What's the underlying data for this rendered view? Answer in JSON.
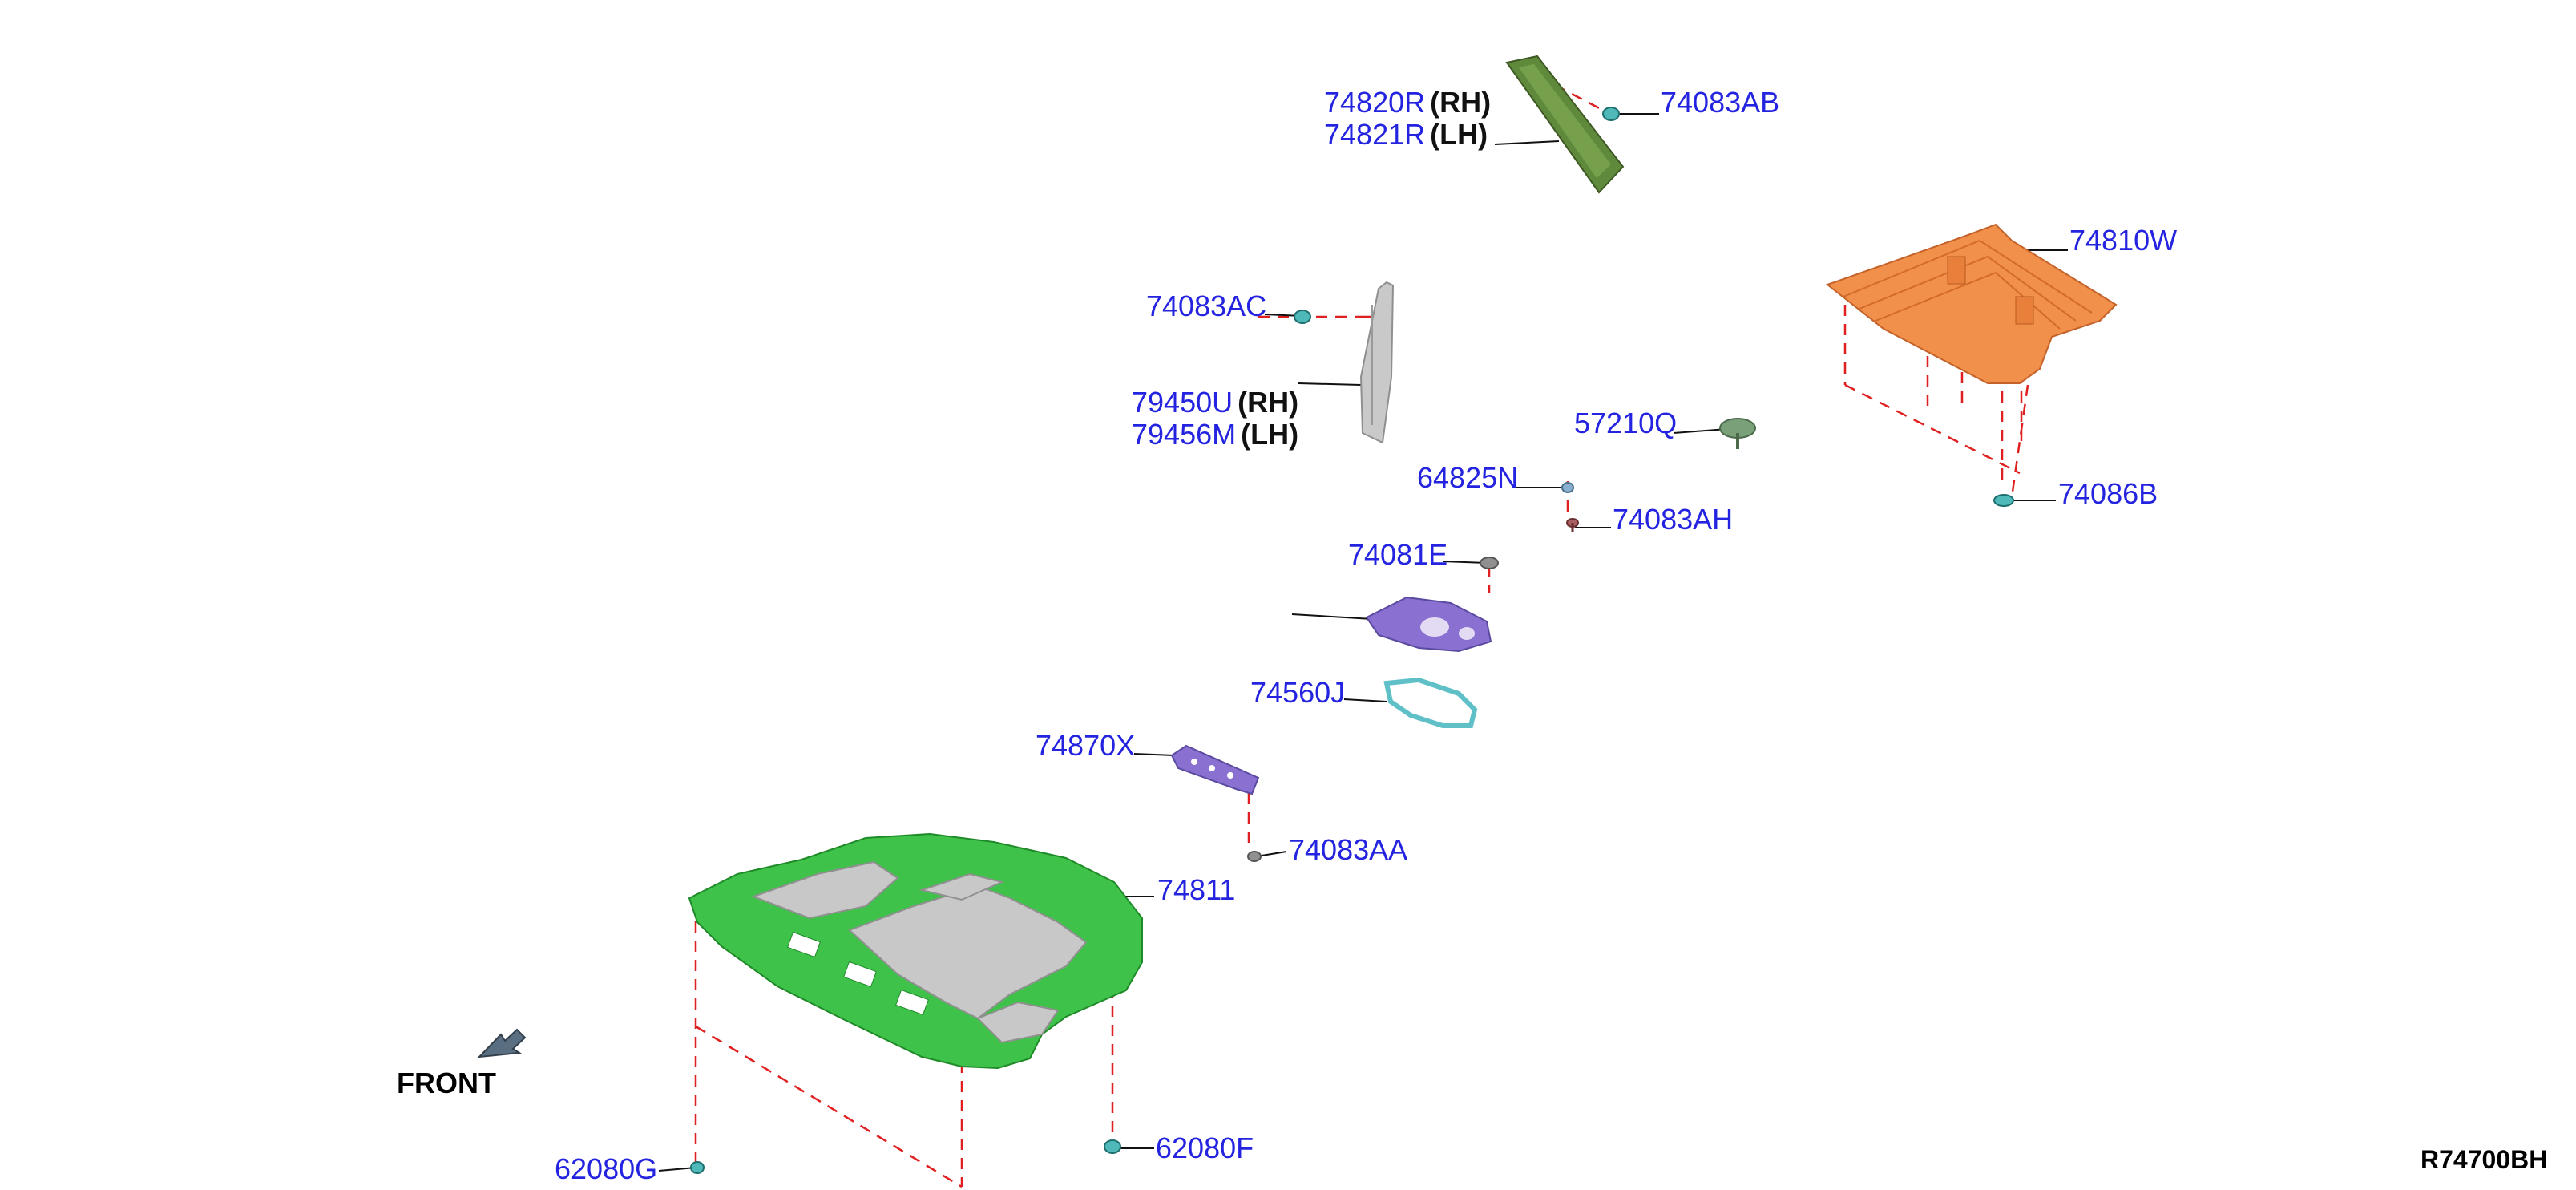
{
  "diagram": {
    "code": "R74700BH",
    "front_label": "FRONT",
    "label_color": "#2323e0",
    "leader_color": "#111111",
    "dash_color": "#e02020",
    "parts": [
      {
        "id": "p74820",
        "part_no": "74820R",
        "side": "(RH)",
        "color": "#5f8a3c"
      },
      {
        "id": "p74821",
        "part_no": "74821R",
        "side": "(LH)"
      },
      {
        "id": "p74083ab",
        "part_no": "74083AB",
        "color": "#4fb9b9"
      },
      {
        "id": "p74810w",
        "part_no": "74810W",
        "color": "#f0904a"
      },
      {
        "id": "p74083ac",
        "part_no": "74083AC",
        "color": "#4fb9b9"
      },
      {
        "id": "p79450u",
        "part_no": "79450U",
        "side": "(RH)",
        "color": "#c9c9c9"
      },
      {
        "id": "p79456m",
        "part_no": "79456M",
        "side": "(LH)"
      },
      {
        "id": "p57210q",
        "part_no": "57210Q",
        "color": "#7aa07a"
      },
      {
        "id": "p64825n",
        "part_no": "64825N",
        "color": "#8ab0d0"
      },
      {
        "id": "p74086b",
        "part_no": "74086B",
        "color": "#4fb9b9"
      },
      {
        "id": "p74083ah",
        "part_no": "74083AH",
        "color": "#a86060"
      },
      {
        "id": "p74081e",
        "part_no": "74081E",
        "color": "#909090"
      },
      {
        "id": "p74560j",
        "part_no": "74560J",
        "color": "#5fc0c8"
      },
      {
        "id": "p74870x",
        "part_no": "74870X",
        "color": "#8a70d0"
      },
      {
        "id": "p74083aa",
        "part_no": "74083AA",
        "color": "#909090"
      },
      {
        "id": "p74811",
        "part_no": "74811",
        "color": "#3fc24a"
      },
      {
        "id": "p62080f",
        "part_no": "62080F",
        "color": "#4fb9b9"
      },
      {
        "id": "p62080g",
        "part_no": "62080G",
        "color": "#4fb9b9"
      },
      {
        "id": "p_obscured",
        "color": "#8a70d0"
      }
    ]
  }
}
